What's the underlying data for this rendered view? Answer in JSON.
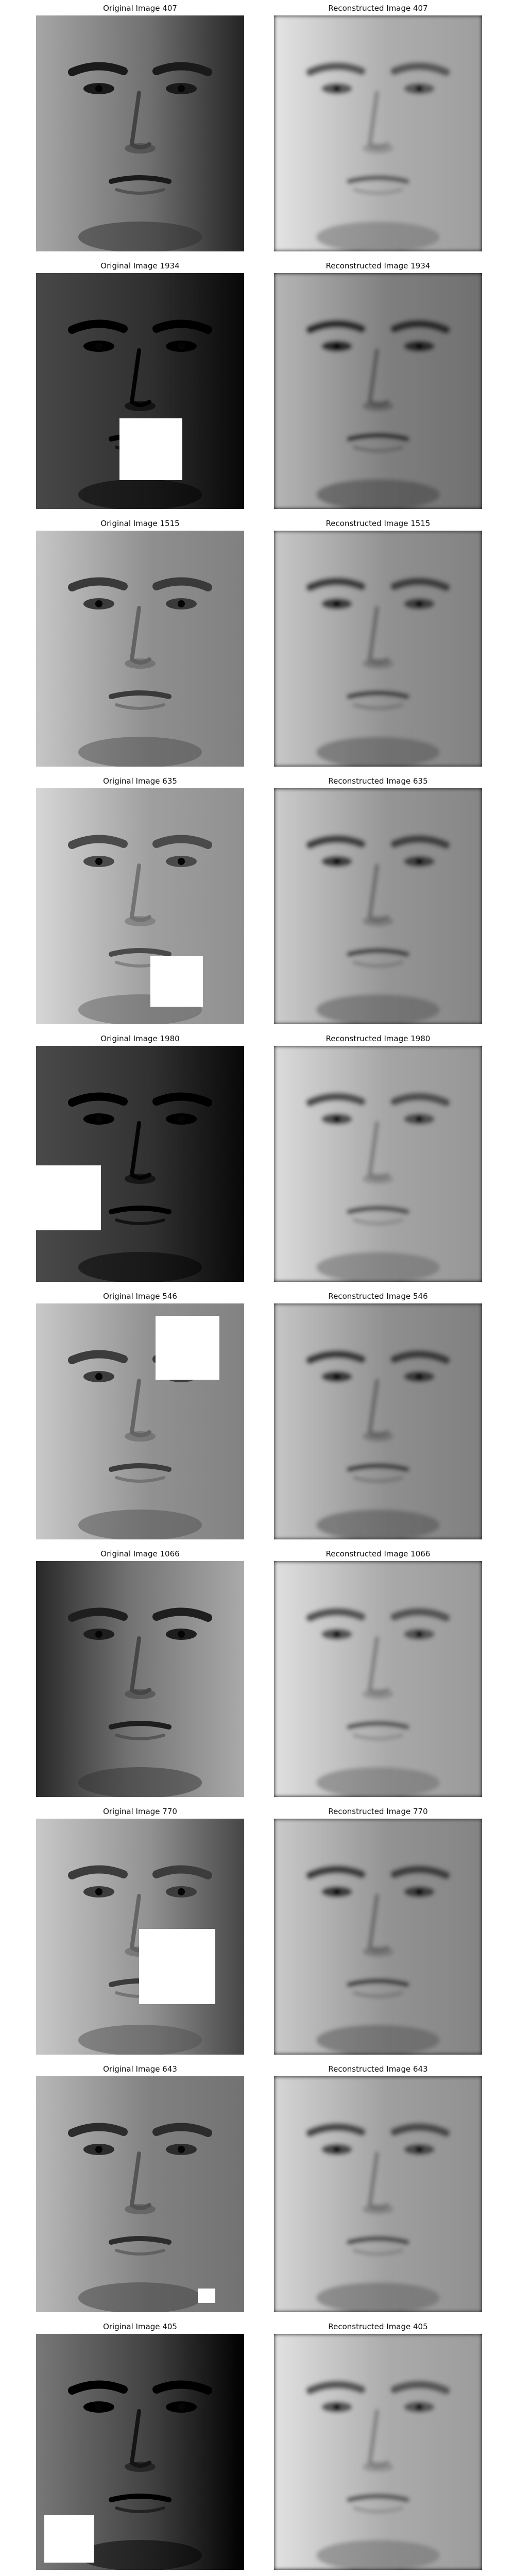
{
  "rows": [
    {
      "original_title": "Original Image 407",
      "reconstructed_title": "Reconstructed Image 407",
      "original_tone": "#6a6a6a",
      "reconstructed_tone": "#a8a8a8",
      "original_light": "left",
      "occlusion": false
    },
    {
      "original_title": "Original Image 1934",
      "reconstructed_title": "Reconstructed Image 1934",
      "original_tone": "#2a2a2a",
      "reconstructed_tone": "#7a7a7a",
      "original_light": "dark",
      "occlusion": true
    },
    {
      "original_title": "Original Image 1515",
      "reconstructed_title": "Reconstructed Image 1515",
      "original_tone": "#8a8a8a",
      "reconstructed_tone": "#8c8c8c",
      "original_light": "even",
      "occlusion": false
    },
    {
      "original_title": "Original Image 635",
      "reconstructed_title": "Reconstructed Image 635",
      "original_tone": "#9a9a9a",
      "reconstructed_tone": "#909090",
      "original_light": "even",
      "occlusion": true
    },
    {
      "original_title": "Original Image 1980",
      "reconstructed_title": "Reconstructed Image 1980",
      "original_tone": "#2c2c2c",
      "reconstructed_tone": "#a0a0a0",
      "original_light": "dark",
      "occlusion": true
    },
    {
      "original_title": "Original Image 546",
      "reconstructed_title": "Reconstructed Image 546",
      "original_tone": "#8c8c8c",
      "reconstructed_tone": "#8a8a8a",
      "original_light": "even",
      "occlusion": true
    },
    {
      "original_title": "Original Image 1066",
      "reconstructed_title": "Reconstructed Image 1066",
      "original_tone": "#6e6e6e",
      "reconstructed_tone": "#a4a4a4",
      "original_light": "right",
      "occlusion": false
    },
    {
      "original_title": "Original Image 770",
      "reconstructed_title": "Reconstructed Image 770",
      "original_tone": "#8c8c8c",
      "reconstructed_tone": "#8e8e8e",
      "original_light": "left",
      "occlusion": true
    },
    {
      "original_title": "Original Image 643",
      "reconstructed_title": "Reconstructed Image 643",
      "original_tone": "#7c7c7c",
      "reconstructed_tone": "#9a9a9a",
      "original_light": "even",
      "occlusion": true
    },
    {
      "original_title": "Original Image 405",
      "reconstructed_title": "Reconstructed Image 405",
      "original_tone": "#3c3c3c",
      "reconstructed_tone": "#a6a6a6",
      "original_light": "left",
      "occlusion": true
    }
  ]
}
